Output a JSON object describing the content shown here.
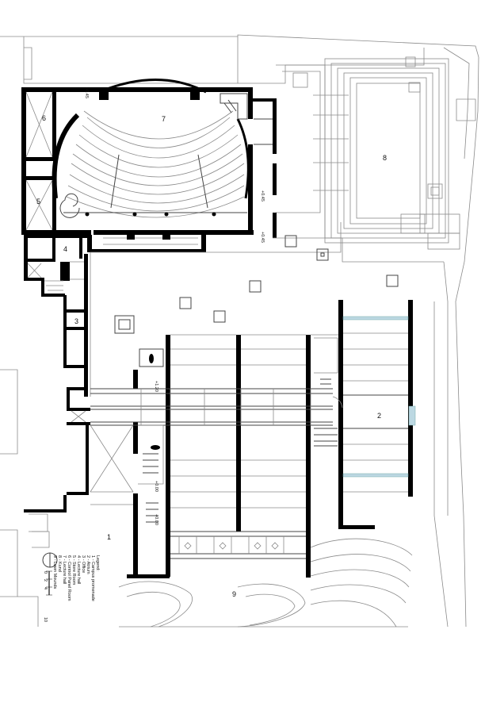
{
  "plan": {
    "room_numbers": {
      "r1": "1",
      "r2": "2",
      "r3": "3",
      "r4": "4",
      "r5": "5",
      "r6": "6",
      "r7": "7",
      "r8": "8",
      "r9": "9"
    },
    "legend": {
      "title": "Legend:",
      "items": [
        "1 - Campus promenade",
        "2 - Atrium",
        "3 - Office",
        "4 - Lecture hall",
        "5 - Store Room",
        "6 - Control Panel Room",
        "7 - Lecture hall",
        "8 - Kund",
        "9 - Lawn Mounds"
      ]
    },
    "scale_bar": {
      "ticks": [
        "0",
        "2",
        "4",
        "10"
      ]
    },
    "level_marks": [
      "+0.45",
      "+0.45",
      "+1.20",
      "+0.00",
      "+0.00",
      "+0.45"
    ]
  }
}
